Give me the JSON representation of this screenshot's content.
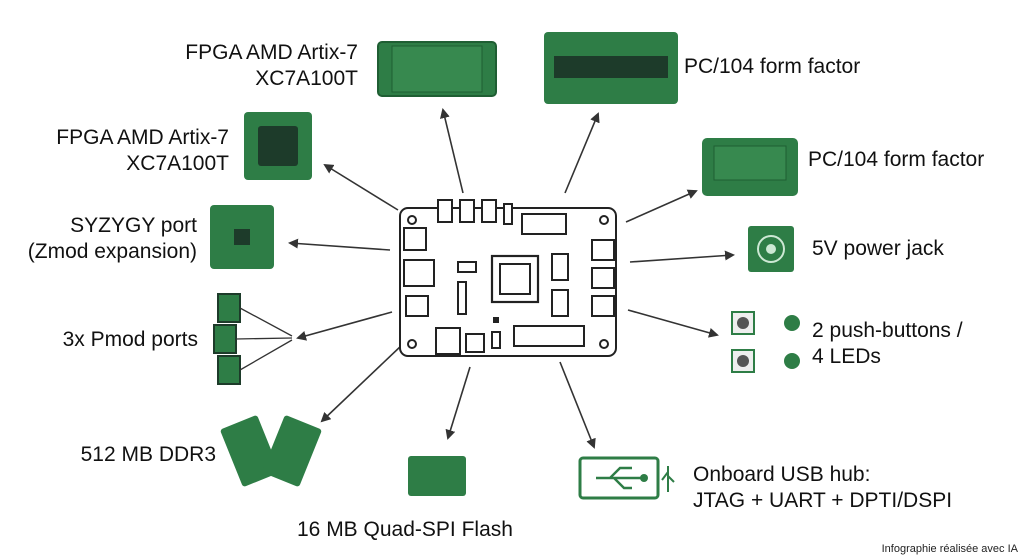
{
  "diagram": {
    "center": {
      "name": "development-board"
    },
    "components": [
      {
        "id": "fpga-top",
        "lines": [
          "FPGA AMD Artix-7",
          "XC7A100T"
        ],
        "icon": "pga-chip-icon"
      },
      {
        "id": "fpga-left",
        "lines": [
          "FPGA AMD Artix-7",
          "XC7A100T"
        ],
        "icon": "qfp-chip-icon"
      },
      {
        "id": "syzygy",
        "lines": [
          "SYZYGY port",
          "(Zmod expansion)"
        ],
        "icon": "bga-chip-icon"
      },
      {
        "id": "pmod",
        "lines": [
          "3x Pmod ports"
        ],
        "icon": "pmod-connectors-icon"
      },
      {
        "id": "ddr3",
        "lines": [
          "512 MB DDR3"
        ],
        "icon": "ram-modules-icon"
      },
      {
        "id": "flash",
        "lines": [
          "16 MB Quad-SPI Flash"
        ],
        "icon": "flash-chip-icon"
      },
      {
        "id": "usb",
        "lines": [
          "Onboard USB hub:",
          "JTAG + UART + DPTI/DSPI"
        ],
        "icon": "usb-hub-icon"
      },
      {
        "id": "buttons",
        "lines": [
          "2 push-buttons /",
          "4 LEDs"
        ],
        "icon": "buttons-leds-icon"
      },
      {
        "id": "power",
        "lines": [
          "5V power jack"
        ],
        "icon": "power-jack-icon"
      },
      {
        "id": "pc104-right",
        "lines": [
          "PC/104 form factor"
        ],
        "icon": "pc104-header-icon"
      },
      {
        "id": "pc104-top",
        "lines": [
          "PC/104 form factor"
        ],
        "icon": "pc104-connector-icon"
      }
    ],
    "colors": {
      "green": "#2e7d46",
      "dark_green": "#1f5e33",
      "chip": "#1d3b2a",
      "ink": "#222222"
    }
  },
  "footer": {
    "credit": "Infographie réalisée avec IA"
  }
}
